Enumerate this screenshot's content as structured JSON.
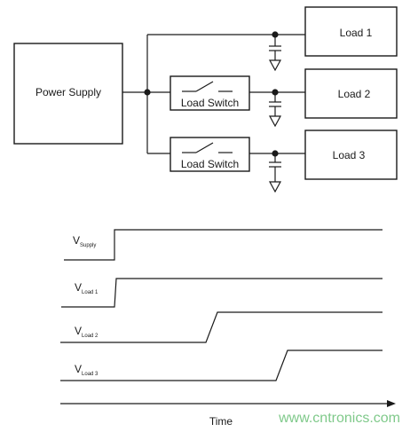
{
  "power_supply_label": "Power Supply",
  "load_switch_labels": [
    "Load Switch",
    "Load Switch"
  ],
  "load_labels": [
    "Load 1",
    "Load 2",
    "Load 3"
  ],
  "signals": [
    {
      "main": "V",
      "sub": "Supply"
    },
    {
      "main": "V",
      "sub": "Load 1"
    },
    {
      "main": "V",
      "sub": "Load 2"
    },
    {
      "main": "V",
      "sub": "Load 3"
    }
  ],
  "time_label": "Time",
  "watermark": "www.cntronics.com"
}
